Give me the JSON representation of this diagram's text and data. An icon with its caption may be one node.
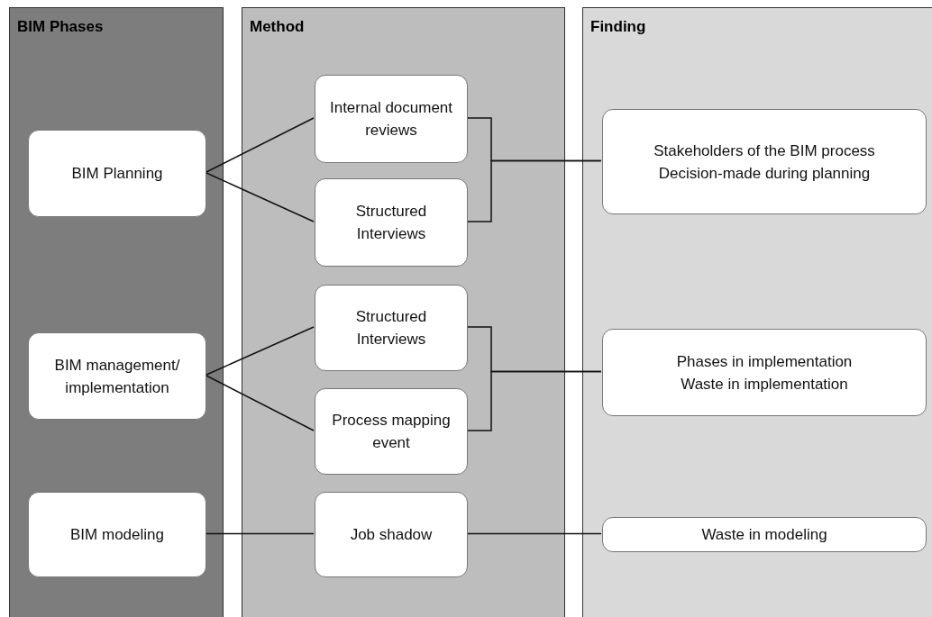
{
  "diagram": {
    "nodes": [
      {
        "text": [
          "BIM Phases"
        ]
      },
      {
        "text": [
          "Method"
        ]
      },
      {
        "text": [
          "Finding"
        ]
      },
      {
        "text": [
          "BIM Planning"
        ],
        "in": 0
      },
      {
        "text": [
          "BIM management/ implementation"
        ],
        "in": 0
      },
      {
        "text": [
          "BIM modeling"
        ],
        "in": 0
      },
      {
        "text": [
          "Internal document reviews"
        ],
        "in": 1
      },
      {
        "text": [
          "Structured Interviews"
        ],
        "in": 1
      },
      {
        "text": [
          "Structured Interviews"
        ],
        "in": 1
      },
      {
        "text": [
          "Process mapping event"
        ],
        "in": 1
      },
      {
        "text": [
          "Job shadow"
        ],
        "in": 1
      },
      {
        "text": [
          "Stakeholders of the BIM process",
          "Decision-made during planning"
        ],
        "in": 2
      },
      {
        "text": [
          "Phases in implementation",
          "Waste in implementation"
        ],
        "in": 2
      },
      {
        "text": [
          "Waste in modeling"
        ],
        "in": 2
      }
    ],
    "edges": [
      {
        "from": 3,
        "to": 6,
        "arrow": "none"
      },
      {
        "from": 3,
        "to": 7,
        "arrow": "none"
      },
      {
        "from": 6,
        "to": 11,
        "arrow": "none"
      },
      {
        "from": 7,
        "to": 11,
        "arrow": "none"
      },
      {
        "from": 4,
        "to": 8,
        "arrow": "none"
      },
      {
        "from": 4,
        "to": 9,
        "arrow": "none"
      },
      {
        "from": 8,
        "to": 12,
        "arrow": "none"
      },
      {
        "from": 9,
        "to": 12,
        "arrow": "none"
      },
      {
        "from": 5,
        "to": 10,
        "arrow": "none"
      },
      {
        "from": 10,
        "to": 13,
        "arrow": "none"
      }
    ]
  }
}
